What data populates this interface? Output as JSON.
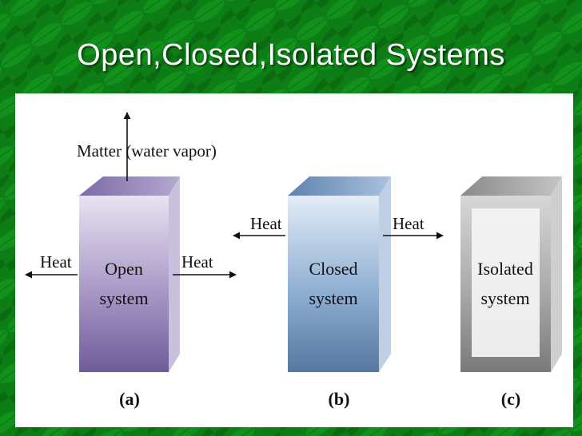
{
  "slide": {
    "title": "Open,Closed,Isolated Systems"
  },
  "diagram": {
    "open": {
      "matter_label": "Matter (water vapor)",
      "heat_left": "Heat",
      "heat_right": "Heat",
      "name_line1": "Open",
      "name_line2": "system",
      "caption": "(a)"
    },
    "closed": {
      "heat_left": "Heat",
      "heat_right": "Heat",
      "name_line1": "Closed",
      "name_line2": "system",
      "caption": "(b)"
    },
    "isolated": {
      "name_line1": "Isolated",
      "name_line2": "system",
      "caption": "(c)"
    }
  },
  "colors": {
    "background_green": "#0c7a14",
    "open_box": "#9584b8",
    "closed_box": "#7d9ec4",
    "isolated_box": "#a8a8a8"
  }
}
